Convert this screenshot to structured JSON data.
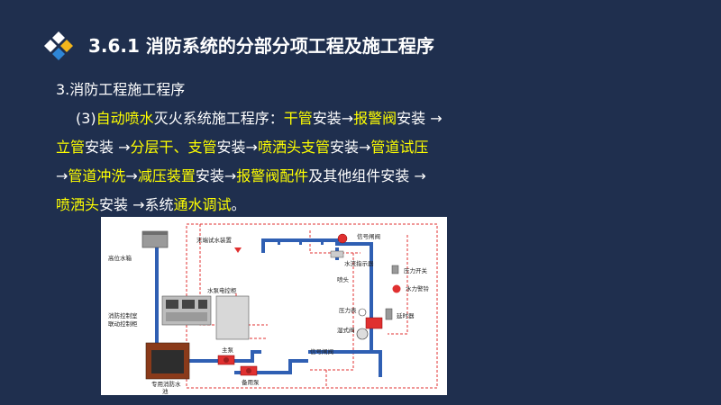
{
  "title": "3.6.1 消防系统的分部分项工程及施工程序",
  "subtitle": "3.消防工程施工程序",
  "paragraph_lines": [
    [
      {
        "t": "(3)",
        "hl": false
      },
      {
        "t": "自动喷水",
        "hl": true
      },
      {
        "t": "灭火系统施工程序：",
        "hl": false
      },
      {
        "t": "干管",
        "hl": true
      },
      {
        "t": "安装→",
        "hl": false
      },
      {
        "t": "报警阀",
        "hl": true
      },
      {
        "t": "安装 →",
        "hl": false
      }
    ],
    [
      {
        "t": "立管",
        "hl": true
      },
      {
        "t": "安装 →",
        "hl": false
      },
      {
        "t": "分层干、支管",
        "hl": true
      },
      {
        "t": "安装→",
        "hl": false
      },
      {
        "t": "喷洒头支管",
        "hl": true
      },
      {
        "t": "安装→",
        "hl": false
      },
      {
        "t": "管道试压",
        "hl": true
      }
    ],
    [
      {
        "t": "→",
        "hl": false
      },
      {
        "t": "管道冲洗",
        "hl": true
      },
      {
        "t": "→",
        "hl": false
      },
      {
        "t": "减压装置",
        "hl": true
      },
      {
        "t": "安装→",
        "hl": false
      },
      {
        "t": "报警阀配件",
        "hl": true
      },
      {
        "t": "及其他组件安装 →",
        "hl": false
      }
    ],
    [
      {
        "t": "喷洒头",
        "hl": true
      },
      {
        "t": "安装 →系统",
        "hl": false
      },
      {
        "t": "通水调试",
        "hl": true
      },
      {
        "t": "。",
        "hl": false
      }
    ]
  ],
  "diagram_labels": {
    "high_tank": "高位水箱",
    "test_device": "末端试水装置",
    "signal_valve_top": "信号闸阀",
    "flow_indicator": "水流指示器",
    "pressure_switch": "压力开关",
    "water_alarm": "水力警铃",
    "pump_panel": "水泵电控柜",
    "sprinkler": "喷头",
    "pressure_gauge": "压力表",
    "wet_valve": "湿式阀",
    "delay": "延时器",
    "control_room_1": "消防控制室",
    "control_room_2": "联动控制柜",
    "main_pump": "主泵",
    "backup_pump": "备用泵",
    "signal_valve_bottom": "信号闸阀",
    "pool_1": "专用消防水",
    "pool_2": "池"
  },
  "colors": {
    "background": "#1f2f4e",
    "text": "#ffffff",
    "highlight": "#ffff00",
    "pipe": "#2f5fb3",
    "wire": "#e03030"
  }
}
